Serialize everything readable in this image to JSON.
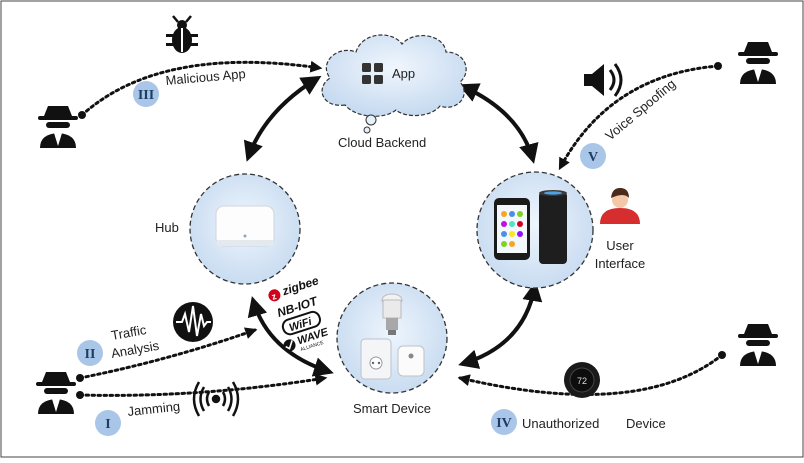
{
  "cloud": {
    "app_label": "App",
    "backend_label": "Cloud Backend"
  },
  "nodes": {
    "hub": "Hub",
    "smart_device": "Smart Device",
    "user_interface_line1": "User",
    "user_interface_line2": "Interface"
  },
  "attacks": {
    "I": {
      "numeral": "I",
      "label": "Jamming"
    },
    "II": {
      "numeral": "II",
      "label_line1": "Traffic",
      "label_line2": "Analysis"
    },
    "III": {
      "numeral": "III",
      "label": "Malicious App"
    },
    "IV": {
      "numeral": "IV",
      "label_part1": "Unauthorized",
      "label_part2": "Device"
    },
    "V": {
      "numeral": "V",
      "label": "Voice Spoofing"
    }
  },
  "protocols": {
    "zigbee": "zigbee",
    "nbiot": "NB-IOT",
    "wifi": "WiFi",
    "wave": "WAVE",
    "wave_sub": "ALLIANCE"
  },
  "thermostat_display": "72",
  "colors": {
    "circle_fill": "#dce9f7",
    "badge_fill": "#a9c6e8",
    "arrow": "#111111"
  }
}
